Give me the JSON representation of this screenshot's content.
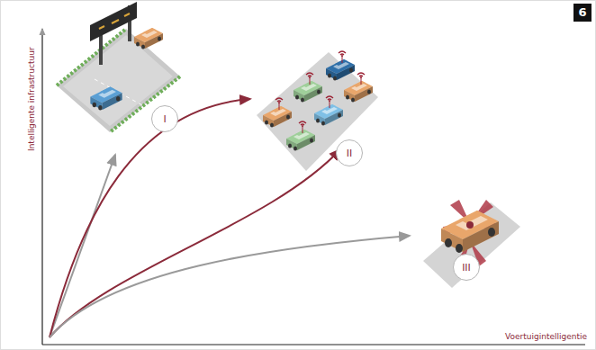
{
  "diagram": {
    "nodes": [
      {
        "text": [
          "I"
        ]
      },
      {
        "text": [
          "II"
        ]
      },
      {
        "text": [
          "III"
        ]
      }
    ],
    "labels": [
      "Intelligente infrastructuur",
      "Voertuigintelligentie",
      "6"
    ]
  }
}
